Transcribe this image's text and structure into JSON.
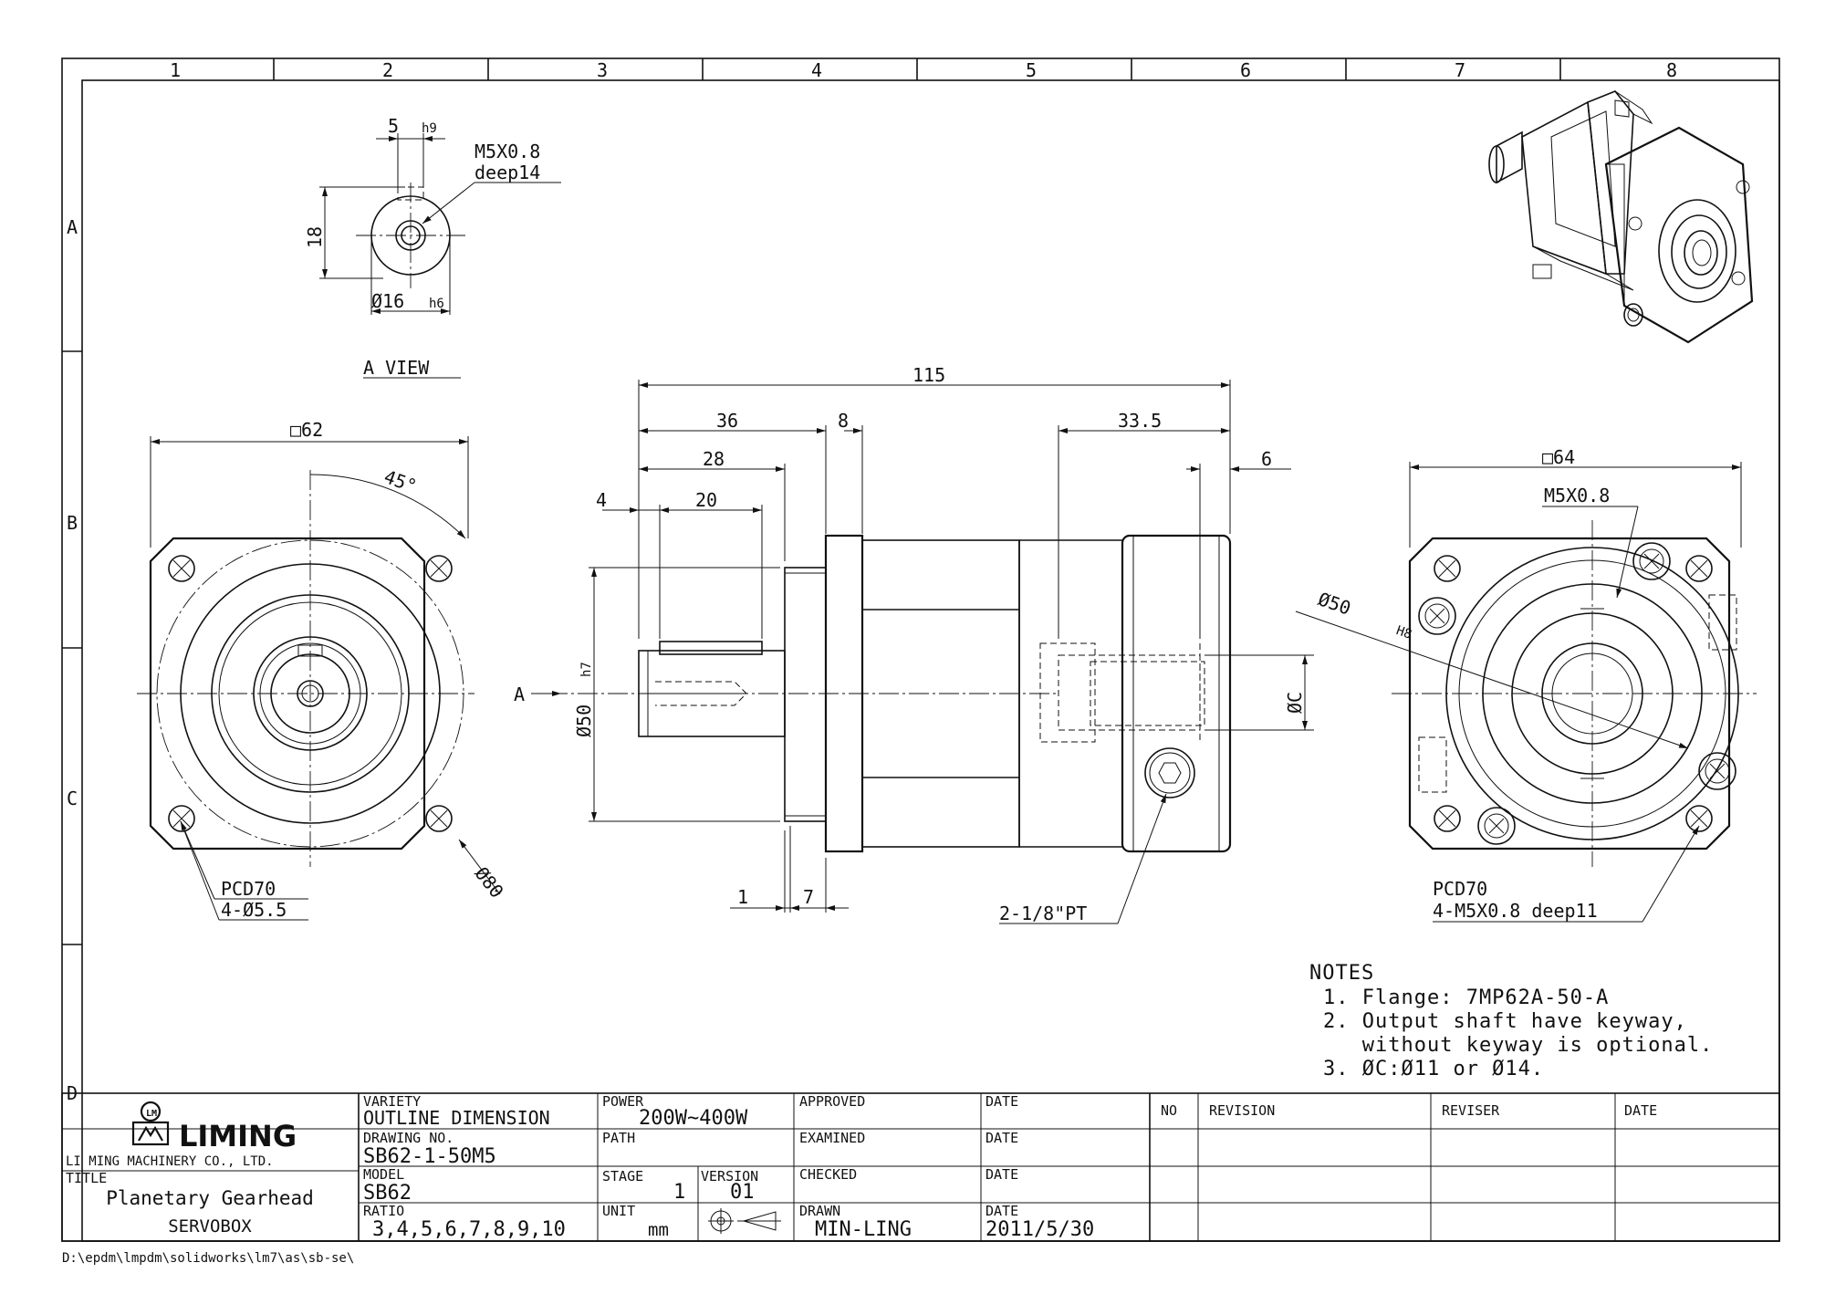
{
  "frame": {
    "columns": [
      "1",
      "2",
      "3",
      "4",
      "5",
      "6",
      "7",
      "8"
    ],
    "rows": [
      "A",
      "B",
      "C",
      "D"
    ]
  },
  "views": {
    "a_view": {
      "title": "A VIEW",
      "key_width": "5",
      "key_tol": "h9",
      "thread": "M5X0.8",
      "depth": "deep14",
      "height": "18",
      "shaft_dia": "Ø16",
      "shaft_tol": "h6"
    },
    "front": {
      "square": "□62",
      "angle": "45°",
      "pcd": "PCD70",
      "holes": "4-Ø5.5",
      "outer_dia": "Ø80"
    },
    "side": {
      "total": "115",
      "d36": "36",
      "d8": "8",
      "d33_5": "33.5",
      "d28": "28",
      "d6": "6",
      "d4": "4",
      "d20": "20",
      "d1": "1",
      "d7": "7",
      "pilot": "Ø50",
      "pilot_tol": "h7",
      "bore": "ØC",
      "arrow_label": "A",
      "plug": "2-1/8\"PT"
    },
    "rear": {
      "square": "□64",
      "thread": "M5X0.8",
      "bore": "Ø50",
      "bore_tol": "H8",
      "pcd": "PCD70",
      "holes": "4-M5X0.8 deep11"
    }
  },
  "notes": {
    "title": "NOTES",
    "items": [
      "1. Flange: 7MP62A-50-A",
      "2. Output shaft have keyway,",
      "   without keyway is optional.",
      "3. ØC:Ø11 or Ø14."
    ]
  },
  "title_block": {
    "brand": "LIMING",
    "company": "LI MING MACHINERY CO., LTD.",
    "title_label": "TITLE",
    "title_line1": "Planetary Gearhead",
    "title_line2": "SERVOBOX",
    "variety_label": "VARIETY",
    "variety": "OUTLINE DIMENSION",
    "drawing_no_label": "DRAWING NO.",
    "drawing_no": "SB62-1-50M5",
    "model_label": "MODEL",
    "model": "SB62",
    "ratio_label": "RATIO",
    "ratio": "3,4,5,6,7,8,9,10",
    "power_label": "POWER",
    "power": "200W~400W",
    "path_label": "PATH",
    "stage_label": "STAGE",
    "stage": "1",
    "version_label": "VERSION",
    "version": "01",
    "unit_label": "UNIT",
    "unit": "mm",
    "approved_label": "APPROVED",
    "examined_label": "EXAMINED",
    "checked_label": "CHECKED",
    "drawn_label": "DRAWN",
    "drawn": "MIN-LING",
    "date_label": "DATE",
    "date": "2011/5/30",
    "rev_no_label": "NO",
    "revision_label": "REVISION",
    "reviser_label": "REVISER",
    "rev_date_label": "DATE"
  },
  "file_path": "D:\\epdm\\lmpdm\\solidworks\\lm7\\as\\sb-se\\"
}
